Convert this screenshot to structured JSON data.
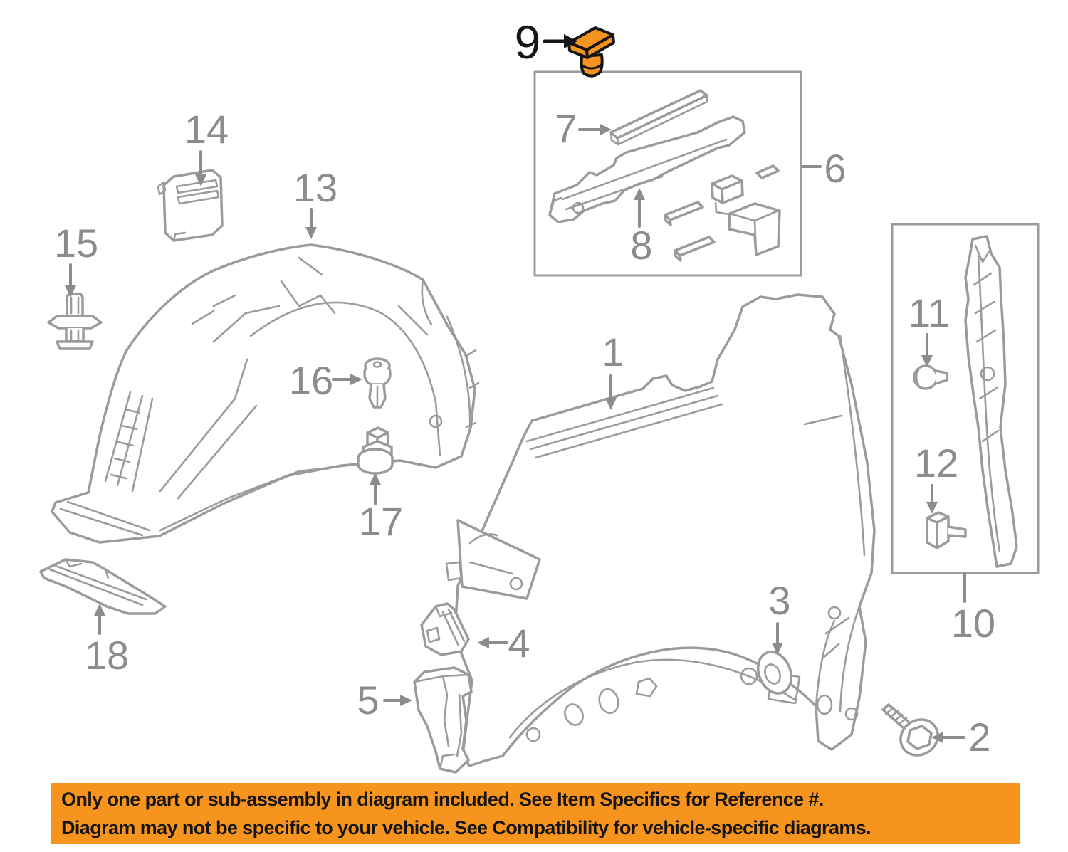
{
  "diagram": {
    "description_visible_text_only": true,
    "callouts": {
      "n1": "1",
      "n2": "2",
      "n3": "3",
      "n4": "4",
      "n5": "5",
      "n6": "6",
      "n7": "7",
      "n8": "8",
      "n9": "9",
      "n10": "10",
      "n11": "11",
      "n12": "12",
      "n13": "13",
      "n14": "14",
      "n15": "15",
      "n16": "16",
      "n17": "17",
      "n18": "18"
    },
    "highlighted_item_number": "9",
    "colors": {
      "line_art": "#9b9b9b",
      "callout_text": "#8c8c8c",
      "highlight_fill": "#f7941e",
      "highlight_outline": "#141414",
      "background": "#ffffff"
    }
  },
  "banner": {
    "background": "#f7941e",
    "text_color": "#151515",
    "line1": "Only one part or sub-assembly in diagram included. See Item Specifics for Reference #.",
    "line2": "Diagram may not be specific to your vehicle. See Compatibility for vehicle-specific diagrams."
  }
}
